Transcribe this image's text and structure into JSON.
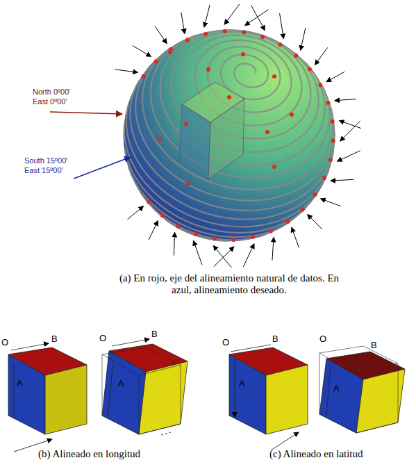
{
  "diagram": {
    "labels": [
      "North 0º00'",
      "East 0º00'",
      "South 15º00'",
      "East 15º00'",
      "(a) En rojo, eje del alineamiento natural de datos. En azul, alineamiento deseado.",
      "O",
      "B",
      "A",
      "O",
      "B",
      "A",
      "O",
      "B",
      "A",
      "O",
      "B",
      "A",
      "(b) Alineado en longitud",
      "(c) Alineado en latitud"
    ]
  }
}
